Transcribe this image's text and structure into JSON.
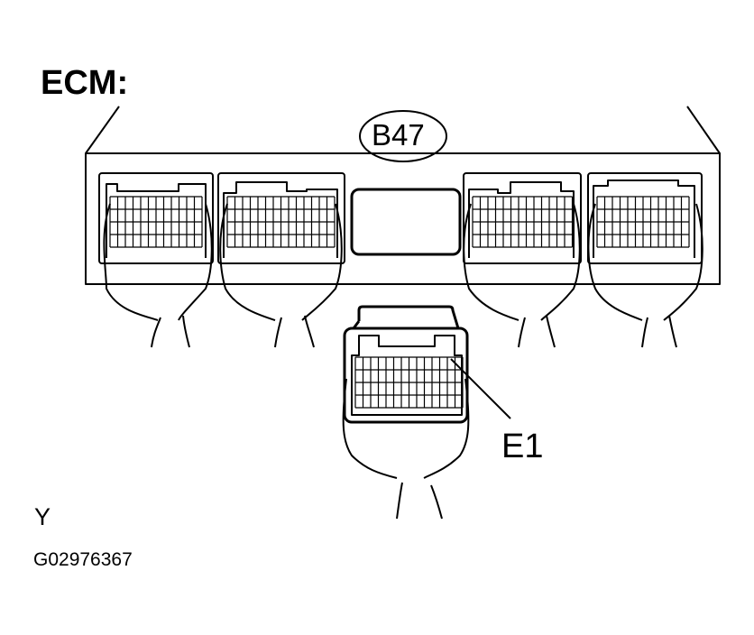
{
  "diagram": {
    "title": "ECM:",
    "connector_label": "B47",
    "pin_label": "E1",
    "view_label": "Y",
    "figure_code": "G02976367"
  },
  "colors": {
    "line": "#000000",
    "background": "#ffffff"
  }
}
